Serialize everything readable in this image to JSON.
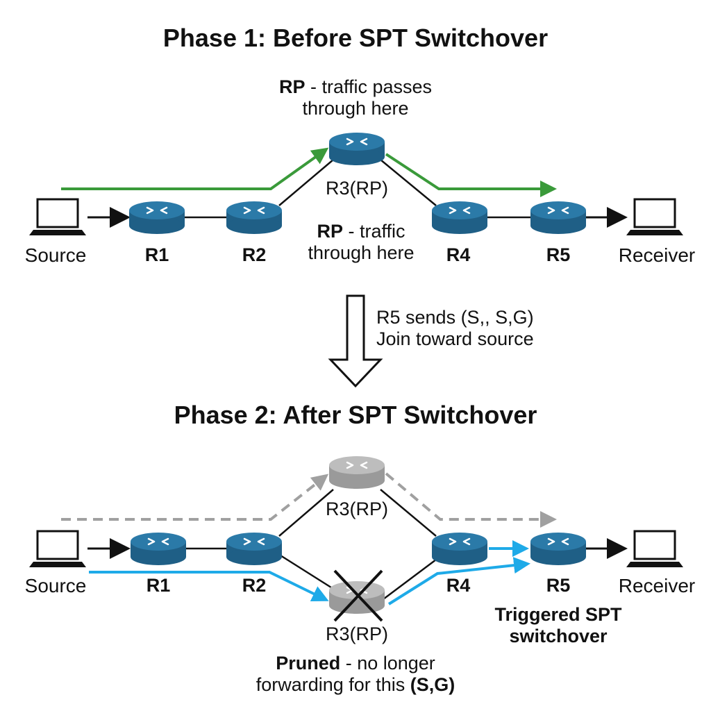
{
  "phase1": {
    "title": "Phase 1: Before SPT Switchover",
    "rp_note_bold": "RP",
    "rp_note_rest": " - traffic passes",
    "rp_note_line2": "through here",
    "mid_note_bold": "RP",
    "mid_note_rest": " - traffic",
    "mid_note_line2": "through here",
    "nodes": {
      "source": "Source",
      "r1": "R1",
      "r2": "R2",
      "r3": "R3(RP)",
      "r4": "R4",
      "r5": "R5",
      "receiver": "Receiver"
    }
  },
  "transition": {
    "line1": "R5 sends (S,, S,G)",
    "line2": "Join toward source"
  },
  "phase2": {
    "title": "Phase 2: After SPT Switchover",
    "nodes": {
      "source": "Source",
      "r1": "R1",
      "r2": "R2",
      "r3_upper": "R3(RP)",
      "r3_lower": "R3(RP)",
      "r4": "R4",
      "r5": "R5",
      "receiver": "Receiver"
    },
    "trigger_line1": "Triggered SPT",
    "trigger_line2": "switchover",
    "pruned_bold": "Pruned",
    "pruned_rest": " - no longer",
    "pruned_line2_pre": "forwarding for this ",
    "pruned_line2_bold": "(S,G)"
  },
  "colors": {
    "router_body": "#1f5f86",
    "router_top": "#2b7aa8",
    "router_gray": "#a9a9a9",
    "green_path": "#3a9a3a",
    "blue_path": "#1eaae8",
    "gray_path": "#a0a0a0"
  },
  "icons": {
    "router": "router-icon",
    "laptop": "laptop-icon",
    "down_arrow": "down-arrow-icon",
    "prune_cross": "cross-icon"
  }
}
